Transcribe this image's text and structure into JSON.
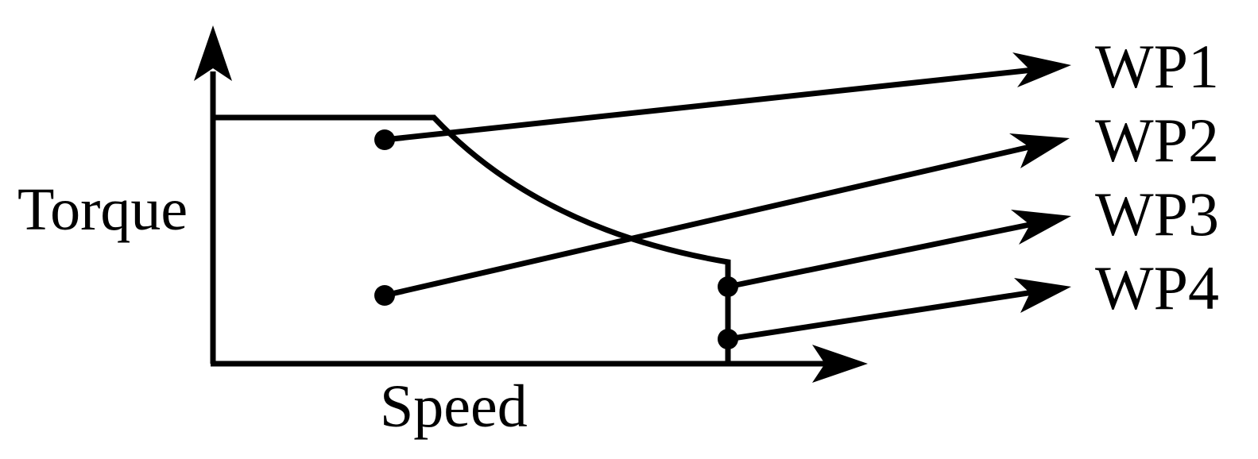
{
  "diagram": {
    "y_axis_label": "Torque",
    "x_axis_label": "Speed",
    "working_points": [
      {
        "label": "WP1"
      },
      {
        "label": "WP2"
      },
      {
        "label": "WP3"
      },
      {
        "label": "WP4"
      }
    ],
    "line_color": "#000000",
    "background_color": "#ffffff"
  }
}
